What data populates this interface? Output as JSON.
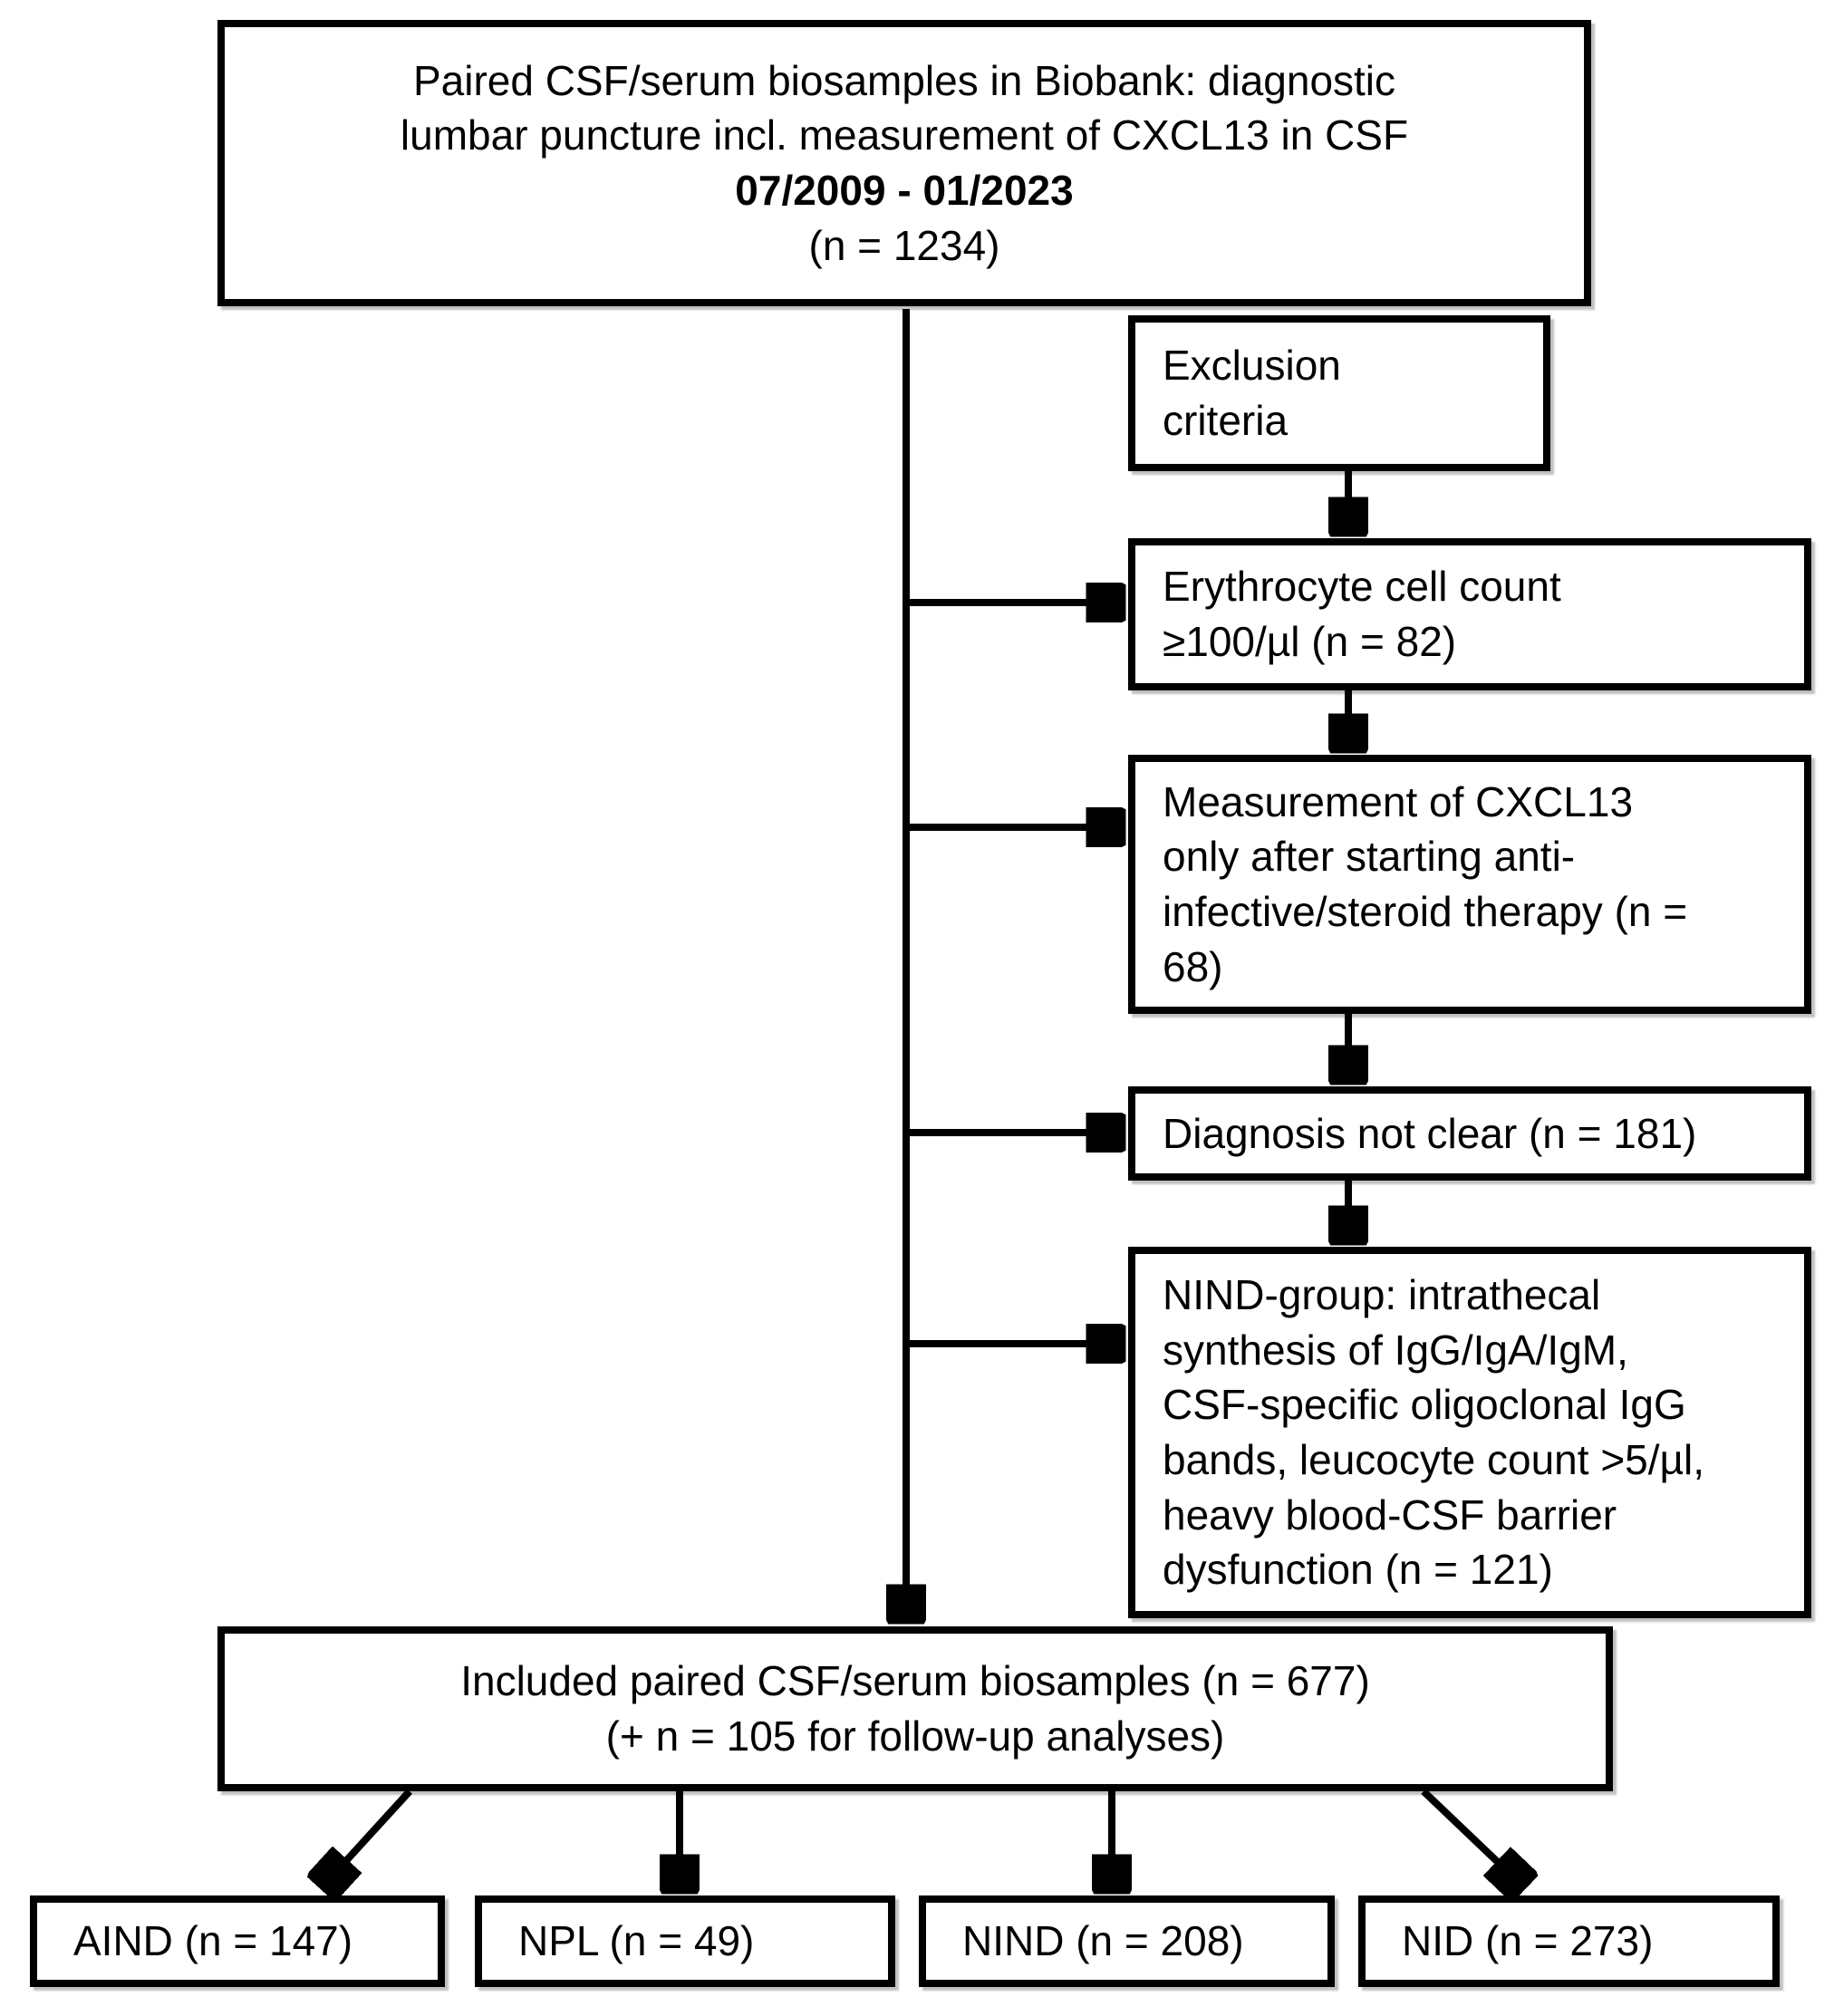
{
  "diagram": {
    "title_box": {
      "line1": "Paired CSF/serum biosamples in Biobank: diagnostic",
      "line2": "lumbar puncture incl. measurement of CXCL13 in CSF",
      "period": "07/2009 - 01/2023",
      "n": "(n = 1234)"
    },
    "exclusion_label_box": {
      "line1": "Exclusion",
      "line2": "criteria"
    },
    "exclusion_boxes": {
      "erythrocyte": {
        "line1": "Erythrocyte cell count",
        "line2": "≥100/µl (n = 82)"
      },
      "measurement": {
        "line1": "Measurement of CXCL13",
        "line2": "only after starting anti-",
        "line3": "infective/steroid therapy (n =",
        "line4": "68)"
      },
      "diagnosis": {
        "line1": "Diagnosis not clear (n = 181)"
      },
      "nind_group": {
        "line1": "NIND-group: intrathecal",
        "line2": "synthesis of IgG/IgA/IgM,",
        "line3": "CSF-specific oligoclonal IgG",
        "line4": "bands, leucocyte count >5/µl,",
        "line5": "heavy blood-CSF barrier",
        "line6": "dysfunction (n = 121)"
      }
    },
    "included_box": {
      "line1": "Included paired CSF/serum biosamples (n = 677)",
      "line2": "(+ n = 105 for follow-up analyses)"
    },
    "outcome_boxes": {
      "aind": "AIND (n = 147)",
      "npl": "NPL (n = 49)",
      "nind": "NIND (n = 208)",
      "nid": "NID (n = 273)"
    },
    "colors": {
      "line": "#000000",
      "background": "#ffffff",
      "box_fill": "#ffffff"
    }
  }
}
